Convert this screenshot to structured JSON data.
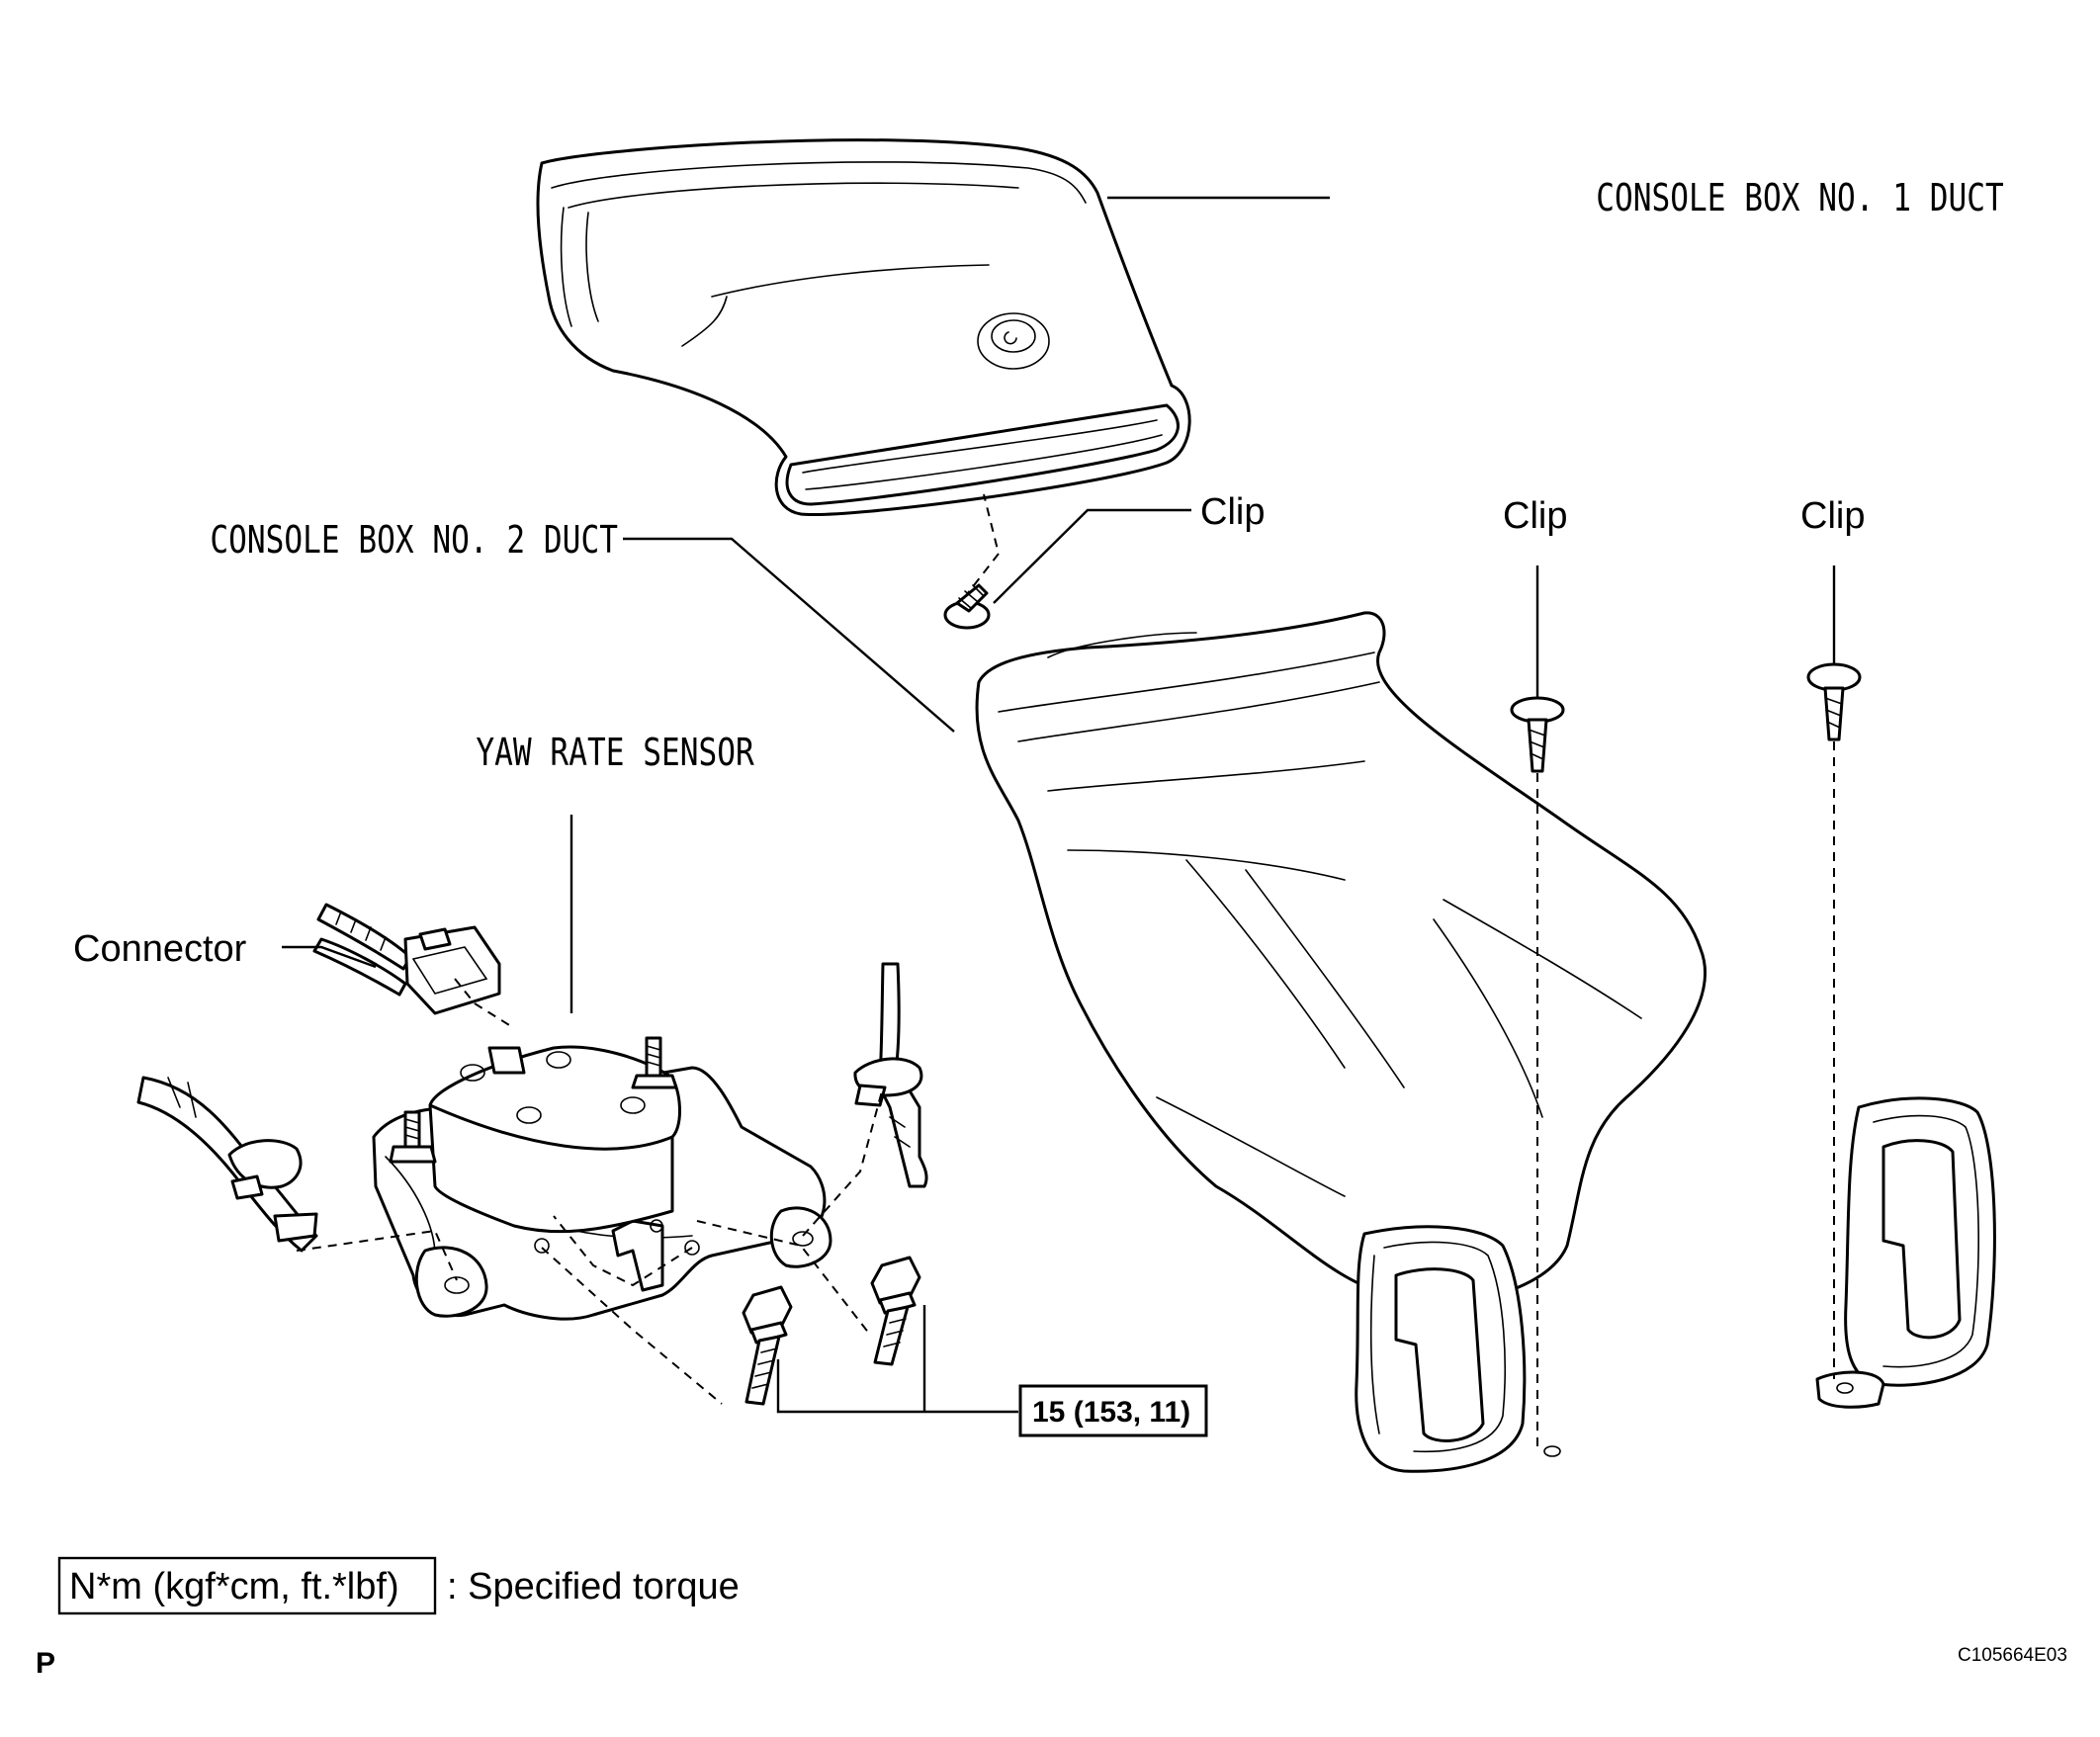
{
  "labels": {
    "console_box_no1_duct": "CONSOLE BOX NO. 1 DUCT",
    "console_box_no2_duct": "CONSOLE BOX NO. 2 DUCT",
    "yaw_rate_sensor": "YAW RATE SENSOR",
    "connector": "Connector",
    "clip_1": "Clip",
    "clip_2": "Clip",
    "clip_3": "Clip"
  },
  "torque": {
    "value": "15 (153, 11)"
  },
  "legend": {
    "box_text": "N*m (kgf*cm, ft.*lbf)",
    "description": ": Specified torque"
  },
  "footer": {
    "left_code": "P",
    "figure_id": "C105664E03"
  }
}
